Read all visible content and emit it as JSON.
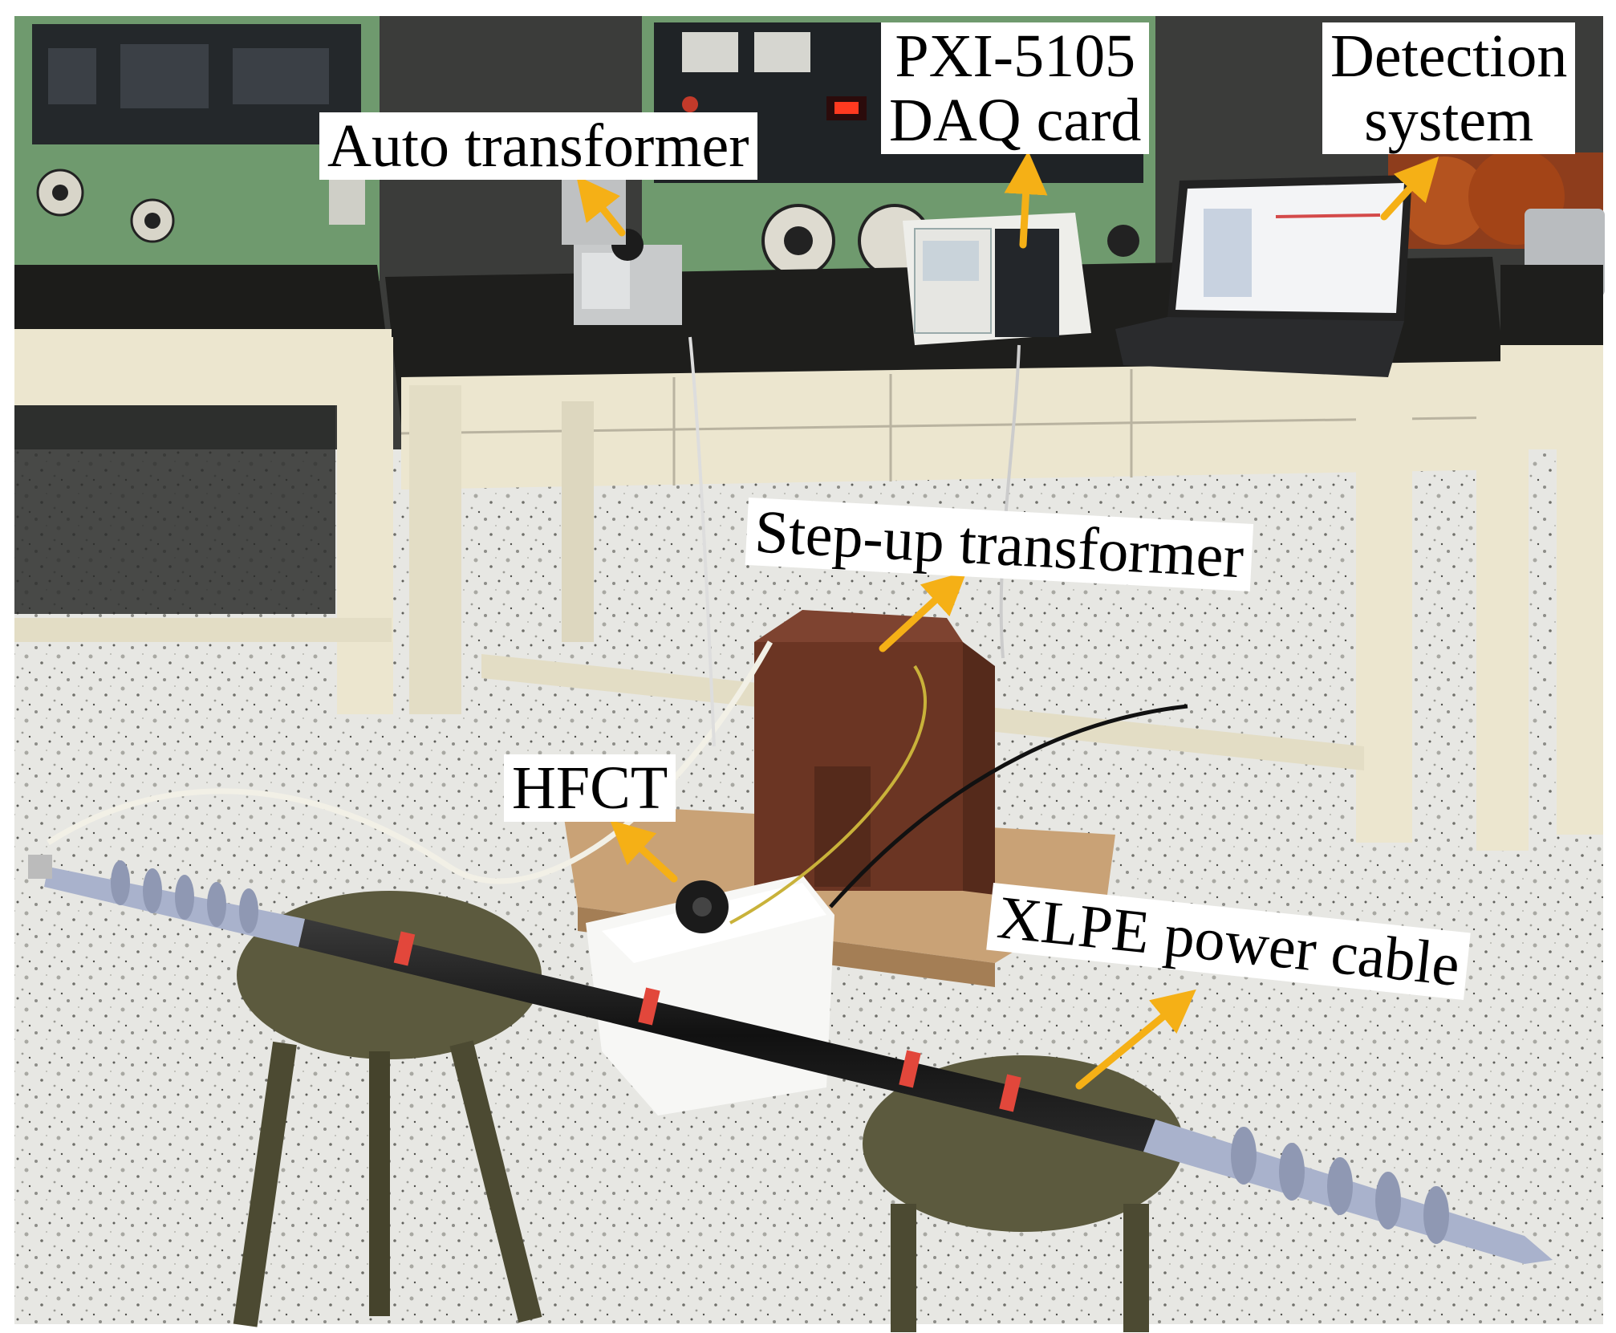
{
  "labels": {
    "auto_transformer": "Auto transformer",
    "daq_line1": "PXI-5105",
    "daq_line2": "DAQ card",
    "detection_line1": "Detection",
    "detection_line2": "system",
    "step_up": "Step-up transformer",
    "hfct": "HFCT",
    "cable": "XLPE power cable"
  },
  "colors": {
    "arrow": "#f5b016",
    "floor": "#e6e6e2",
    "bench": "#ece6cf",
    "panel": "#6f9a6e",
    "transformer": "#6b3523",
    "stool": "#5c5a3e",
    "cable": "#1d1d1d",
    "insulator": "#a9b2cc"
  }
}
